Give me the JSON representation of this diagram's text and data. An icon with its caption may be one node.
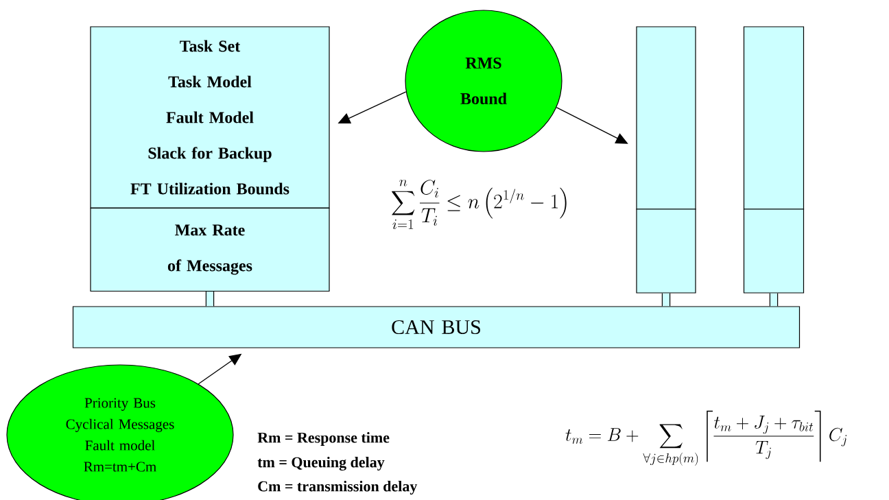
{
  "diagram": {
    "nodes": [
      {
        "text": [
          "Task Set",
          "Task Model",
          "Fault Model",
          "Slack for Backup",
          "FT Utilization Bounds"
        ]
      },
      {
        "text": [
          "Max Rate of Messages"
        ]
      },
      {
        "text": [
          "RMS Bound"
        ]
      },
      {
        "text": [],
        "shape": "box"
      },
      {
        "text": [],
        "shape": "box"
      },
      {
        "text": [],
        "shape": "box"
      },
      {
        "text": [],
        "shape": "box"
      },
      {
        "text": [
          "CAN BUS"
        ]
      },
      {
        "text": [
          "Priority Bus",
          "Cyclical Messages",
          "Fault model",
          "Rm=tm+Cm"
        ]
      }
    ],
    "edges": [
      {
        "from": 2,
        "to": 0,
        "arrow": "to"
      },
      {
        "from": 2,
        "to": 3,
        "arrow": "to"
      },
      {
        "from": 1,
        "to": 7,
        "arrow": "none",
        "style": "thick"
      },
      {
        "from": 4,
        "to": 7,
        "arrow": "none",
        "style": "thick"
      },
      {
        "from": 6,
        "to": 7,
        "arrow": "none",
        "style": "thick"
      },
      {
        "from": 8,
        "to": 7,
        "arrow": "to"
      }
    ],
    "labels": [
      "\\sum_{i=1}^{n}\\frac{C_i}{T_i}\\le n\\left(2^{1/n}-1\\right)",
      "Rm = Response time",
      "tm = Queuing delay",
      "Cm = transmission delay",
      "t_m = B+\\sum_{\\forall j\\in hp(m)}\\left\\lceil\\frac{t_m+J_j+\\tau_{bit}}{T_j}\\right\\rceil C_j"
    ]
  }
}
